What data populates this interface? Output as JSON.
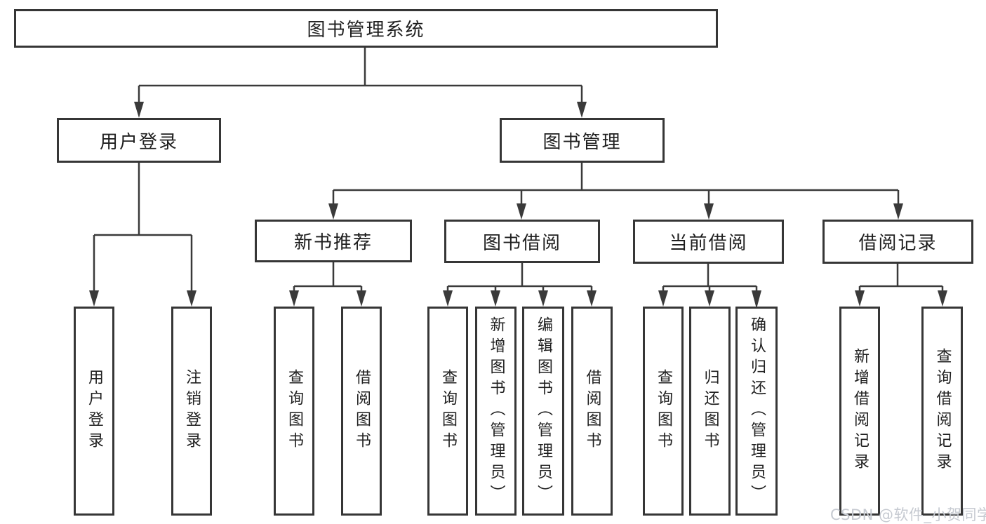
{
  "tree": {
    "type": "hierarchy-diagram",
    "root": {
      "label": "图书管理系统",
      "children": [
        {
          "label": "用户登录",
          "children": [
            {
              "label": "用户登录"
            },
            {
              "label": "注销登录"
            }
          ]
        },
        {
          "label": "图书管理",
          "children": [
            {
              "label": "新书推荐",
              "children": [
                {
                  "label": "查询图书"
                },
                {
                  "label": "借阅图书"
                }
              ]
            },
            {
              "label": "图书借阅",
              "children": [
                {
                  "label": "查询图书"
                },
                {
                  "label": "新增图书（管理员）"
                },
                {
                  "label": "编辑图书（管理员）"
                },
                {
                  "label": "借阅图书"
                }
              ]
            },
            {
              "label": "当前借阅",
              "children": [
                {
                  "label": "查询图书"
                },
                {
                  "label": "归还图书"
                },
                {
                  "label": "确认归还（管理员）"
                }
              ]
            },
            {
              "label": "借阅记录",
              "children": [
                {
                  "label": "新增借阅记录"
                },
                {
                  "label": "查询借阅记录"
                }
              ]
            }
          ]
        }
      ]
    }
  },
  "watermark": {
    "text": "CSDN @软件_小贺同学",
    "color": "#c6cad1"
  },
  "colors": {
    "line": "#3a3a3a",
    "box_border": "#363636",
    "text": "#1f1f1f",
    "background": "#ffffff"
  }
}
